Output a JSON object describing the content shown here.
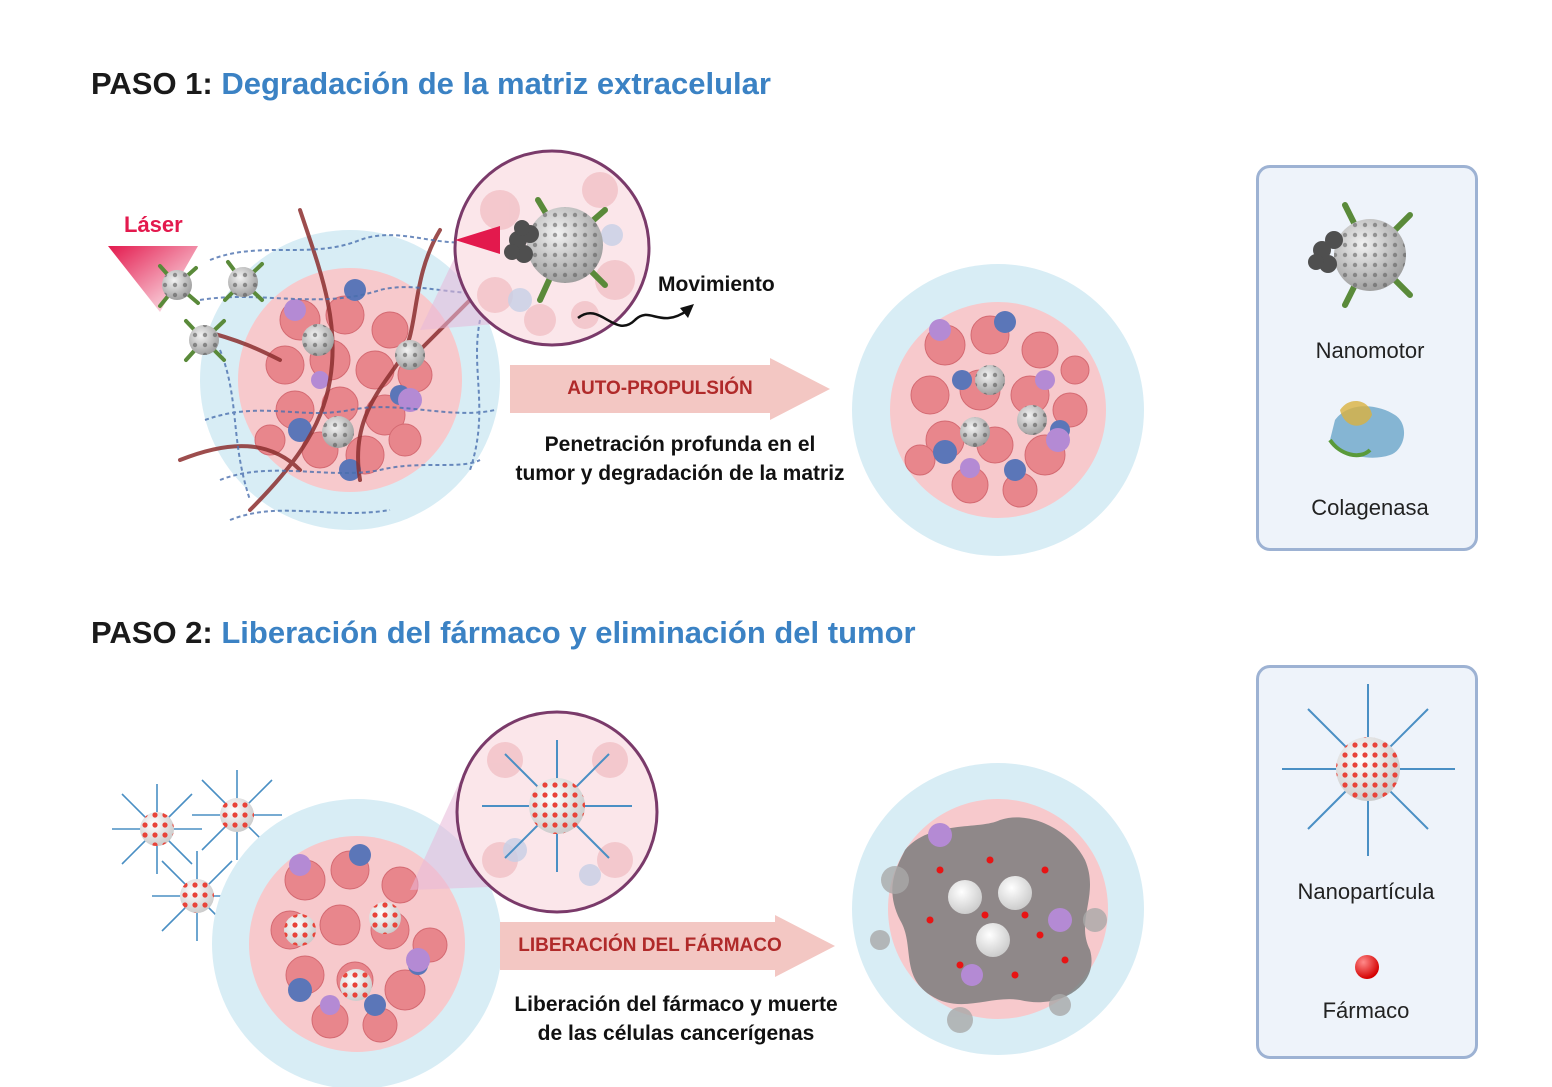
{
  "step1": {
    "prefix": "PASO 1:",
    "title": "Degradación de la matriz extracelular",
    "laser_label": "Láser",
    "movement_label": "Movimiento",
    "arrow_label": "AUTO-PROPULSIÓN",
    "caption_line1": "Penetración profunda en el",
    "caption_line2": "tumor y degradación de la matriz"
  },
  "step2": {
    "prefix": "PASO 2:",
    "title": "Liberación del fármaco y eliminación del tumor",
    "arrow_label": "LIBERACIÓN DEL FÁRMACO",
    "caption_line1": "Liberación del fármaco y muerte",
    "caption_line2": "de las células cancerígenas"
  },
  "legend1": {
    "item1": "Nanomotor",
    "item2": "Colagenasa"
  },
  "legend2": {
    "item1": "Nanopartícula",
    "item2": "Fármaco"
  },
  "colors": {
    "accent": "#3b82c4",
    "laser": "#e3194d",
    "arrow": "#f3c7c3",
    "arrow_text": "#b02a2a",
    "tumor_halo": "#d8edf5",
    "tumor_core": "#f7c9cc",
    "cancer_cell": "#e8868c",
    "immune_blue": "#5b76b8",
    "immune_purple": "#b48ad4",
    "vessel": "#8c2f2f",
    "fiber": "#4a6fae",
    "nanoparticle": "#e8443a",
    "drug": "#e81414",
    "dead_cell": "#7c7c7c",
    "legend_border": "#9db2d3",
    "legend_fill": "#eef3fa"
  }
}
